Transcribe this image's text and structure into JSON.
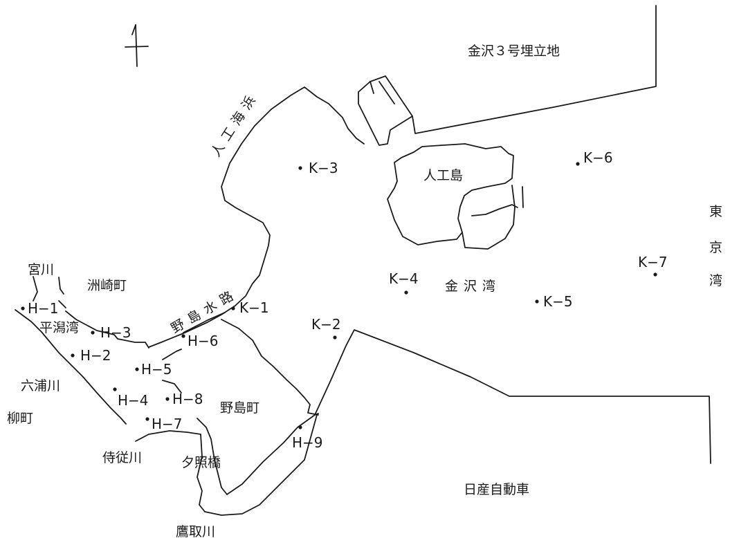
{
  "map": {
    "places": {
      "kanazawa_landfill": "金沢３号埋立地",
      "artificial_beach": "人工海浜",
      "artificial_island": "人工島",
      "tokyo_bay": "東京湾",
      "kanazawa_bay": "金沢湾",
      "miyagawa": "宮川",
      "suzaki_town": "洲崎町",
      "hirakata_bay": "平潟湾",
      "nojima_channel": "野島水路",
      "mutsuura_river": "六浦川",
      "yanagi_town": "柳町",
      "jiju_river": "侍従川",
      "yuteru_bridge": "夕照橋",
      "nojima_town": "野島町",
      "takatori_river": "鷹取川",
      "nissan": "日産自動車"
    },
    "stations": {
      "H1": "H−1",
      "H2": "H−2",
      "H3": "H−3",
      "H4": "H−4",
      "H5": "H−5",
      "H6": "H−6",
      "H7": "H−7",
      "H8": "H−8",
      "H9": "H−9",
      "K1": "K−1",
      "K2": "K−2",
      "K3": "K−3",
      "K4": "K−4",
      "K5": "K−5",
      "K6": "K−6",
      "K7": "K−7"
    }
  }
}
